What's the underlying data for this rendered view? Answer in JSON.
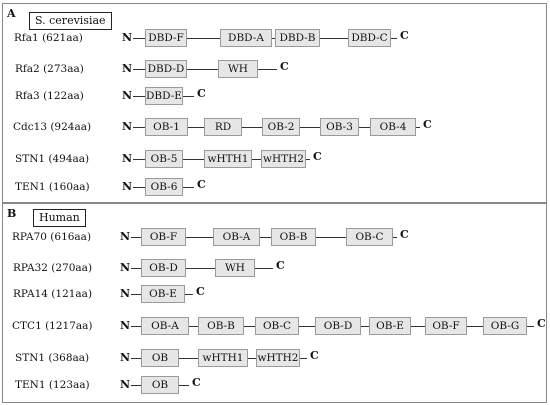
{
  "panels": [
    {
      "letter": "A",
      "species": "S. cerevisiae",
      "rows": [
        {
          "label": "Rfa1 (621aa)",
          "domains": [
            "DBD-F",
            "DBD-A",
            "DBD-B",
            "DBD-C"
          ]
        },
        {
          "label": "Rfa2 (273aa)",
          "domains": [
            "DBD-D",
            "WH"
          ]
        },
        {
          "label": "Rfa3 (122aa)",
          "domains": [
            "DBD-E"
          ]
        },
        {
          "label": "Cdc13 (924aa)",
          "domains": [
            "OB-1",
            "RD",
            "OB-2",
            "OB-3",
            "OB-4"
          ]
        },
        {
          "label": "STN1 (494aa)",
          "domains": [
            "OB-5",
            "wHTH1",
            "wHTH2"
          ]
        },
        {
          "label": "TEN1 (160aa)",
          "domains": [
            "OB-6"
          ]
        }
      ]
    },
    {
      "letter": "B",
      "species": "Human",
      "rows": [
        {
          "label": "RPA70 (616aa)",
          "domains": [
            "OB-F",
            "OB-A",
            "OB-B",
            "OB-C"
          ]
        },
        {
          "label": "RPA32 (270aa)",
          "domains": [
            "OB-D",
            "WH"
          ]
        },
        {
          "label": "RPA14 (121aa)",
          "domains": [
            "OB-E"
          ]
        },
        {
          "label": "CTC1 (1217aa)",
          "domains": [
            "OB-A",
            "OB-B",
            "OB-C",
            "OB-D",
            "OB-E",
            "OB-F",
            "OB-G"
          ]
        },
        {
          "label": "STN1 (368aa)",
          "domains": [
            "OB",
            "wHTH1",
            "wHTH2"
          ]
        },
        {
          "label": "TEN1 (123aa)",
          "domains": [
            "OB"
          ]
        }
      ]
    }
  ],
  "n_terminus": "N",
  "c_terminus": "C"
}
